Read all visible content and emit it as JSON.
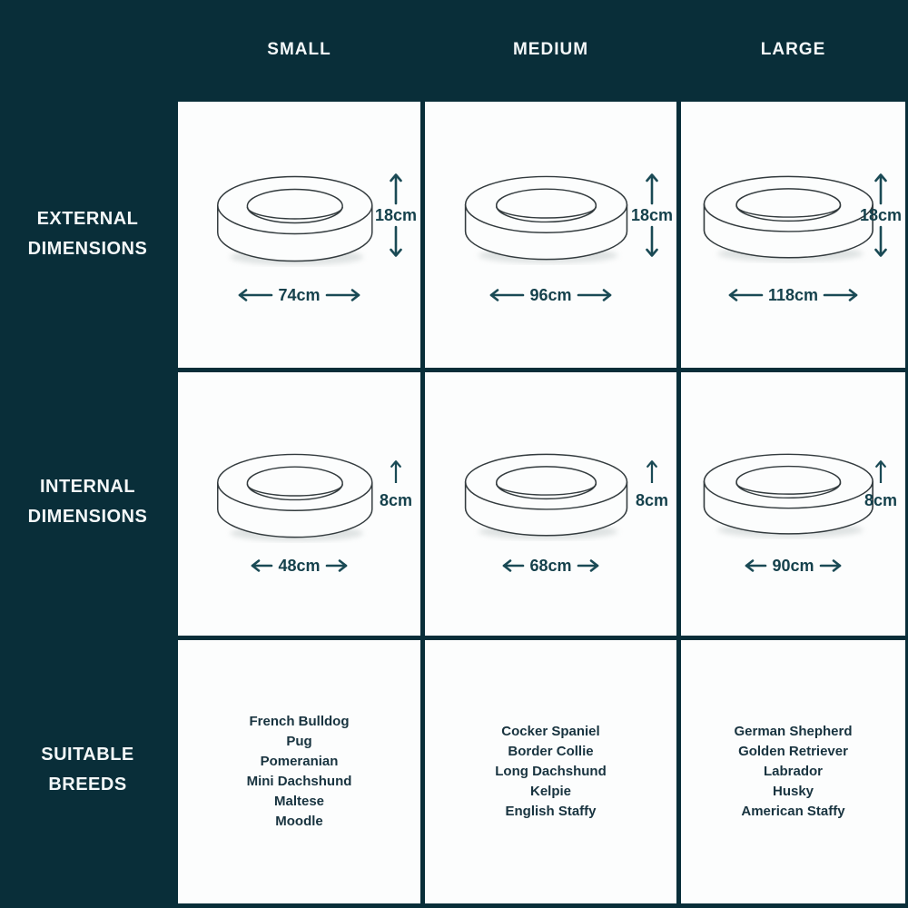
{
  "header": {
    "columns": [
      "SMALL",
      "MEDIUM",
      "LARGE"
    ]
  },
  "row_labels": [
    {
      "line1": "EXTERNAL",
      "line2": "DIMENSIONS"
    },
    {
      "line1": "INTERNAL",
      "line2": "DIMENSIONS"
    },
    {
      "line1": "SUITABLE",
      "line2": "BREEDS"
    }
  ],
  "external": {
    "heights": [
      "18cm",
      "18cm",
      "18cm"
    ],
    "widths": [
      "74cm",
      "96cm",
      "118cm"
    ]
  },
  "internal": {
    "heights": [
      "8cm",
      "8cm",
      "8cm"
    ],
    "widths": [
      "48cm",
      "68cm",
      "90cm"
    ]
  },
  "breeds": [
    [
      "French Bulldog",
      "Pug",
      "Pomeranian",
      "Mini Dachshund",
      "Maltese",
      "Moodle"
    ],
    [
      "Cocker Spaniel",
      "Border Collie",
      "Long Dachshund",
      "Kelpie",
      "English Staffy"
    ],
    [
      "German Shepherd",
      "Golden Retriever",
      "Labrador",
      "Husky",
      "American Staffy"
    ]
  ],
  "colors": {
    "background": "#092E39",
    "cell_background": "#FCFDFD",
    "header_text": "#F4F8F9",
    "accent_teal": "#1A4A55",
    "dimension_text": "#15414C",
    "breed_text": "#18333F",
    "line_art": "#333B3E"
  }
}
